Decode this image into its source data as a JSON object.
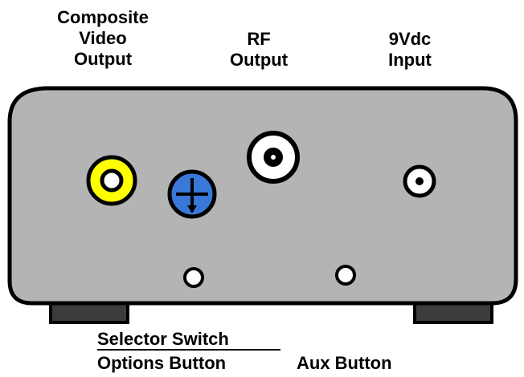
{
  "labels": {
    "composite": [
      "Composite",
      "Video",
      "Output"
    ],
    "rf": [
      "RF",
      "Output"
    ],
    "power": [
      "9Vdc",
      "Input"
    ],
    "selector": "Selector Switch",
    "options": "Options Button",
    "aux": "Aux Button"
  },
  "colors": {
    "panel": "#b4b4b4",
    "jack_yellow": "#ffff00",
    "switch_blue": "#3a78d8",
    "outline": "#000000",
    "white": "#ffffff"
  },
  "icons": {
    "composite_jack": "rca-jack-icon",
    "selector_switch": "rotary-switch-icon",
    "rf_connector": "coax-connector-icon",
    "power_jack": "dc-jack-icon"
  }
}
